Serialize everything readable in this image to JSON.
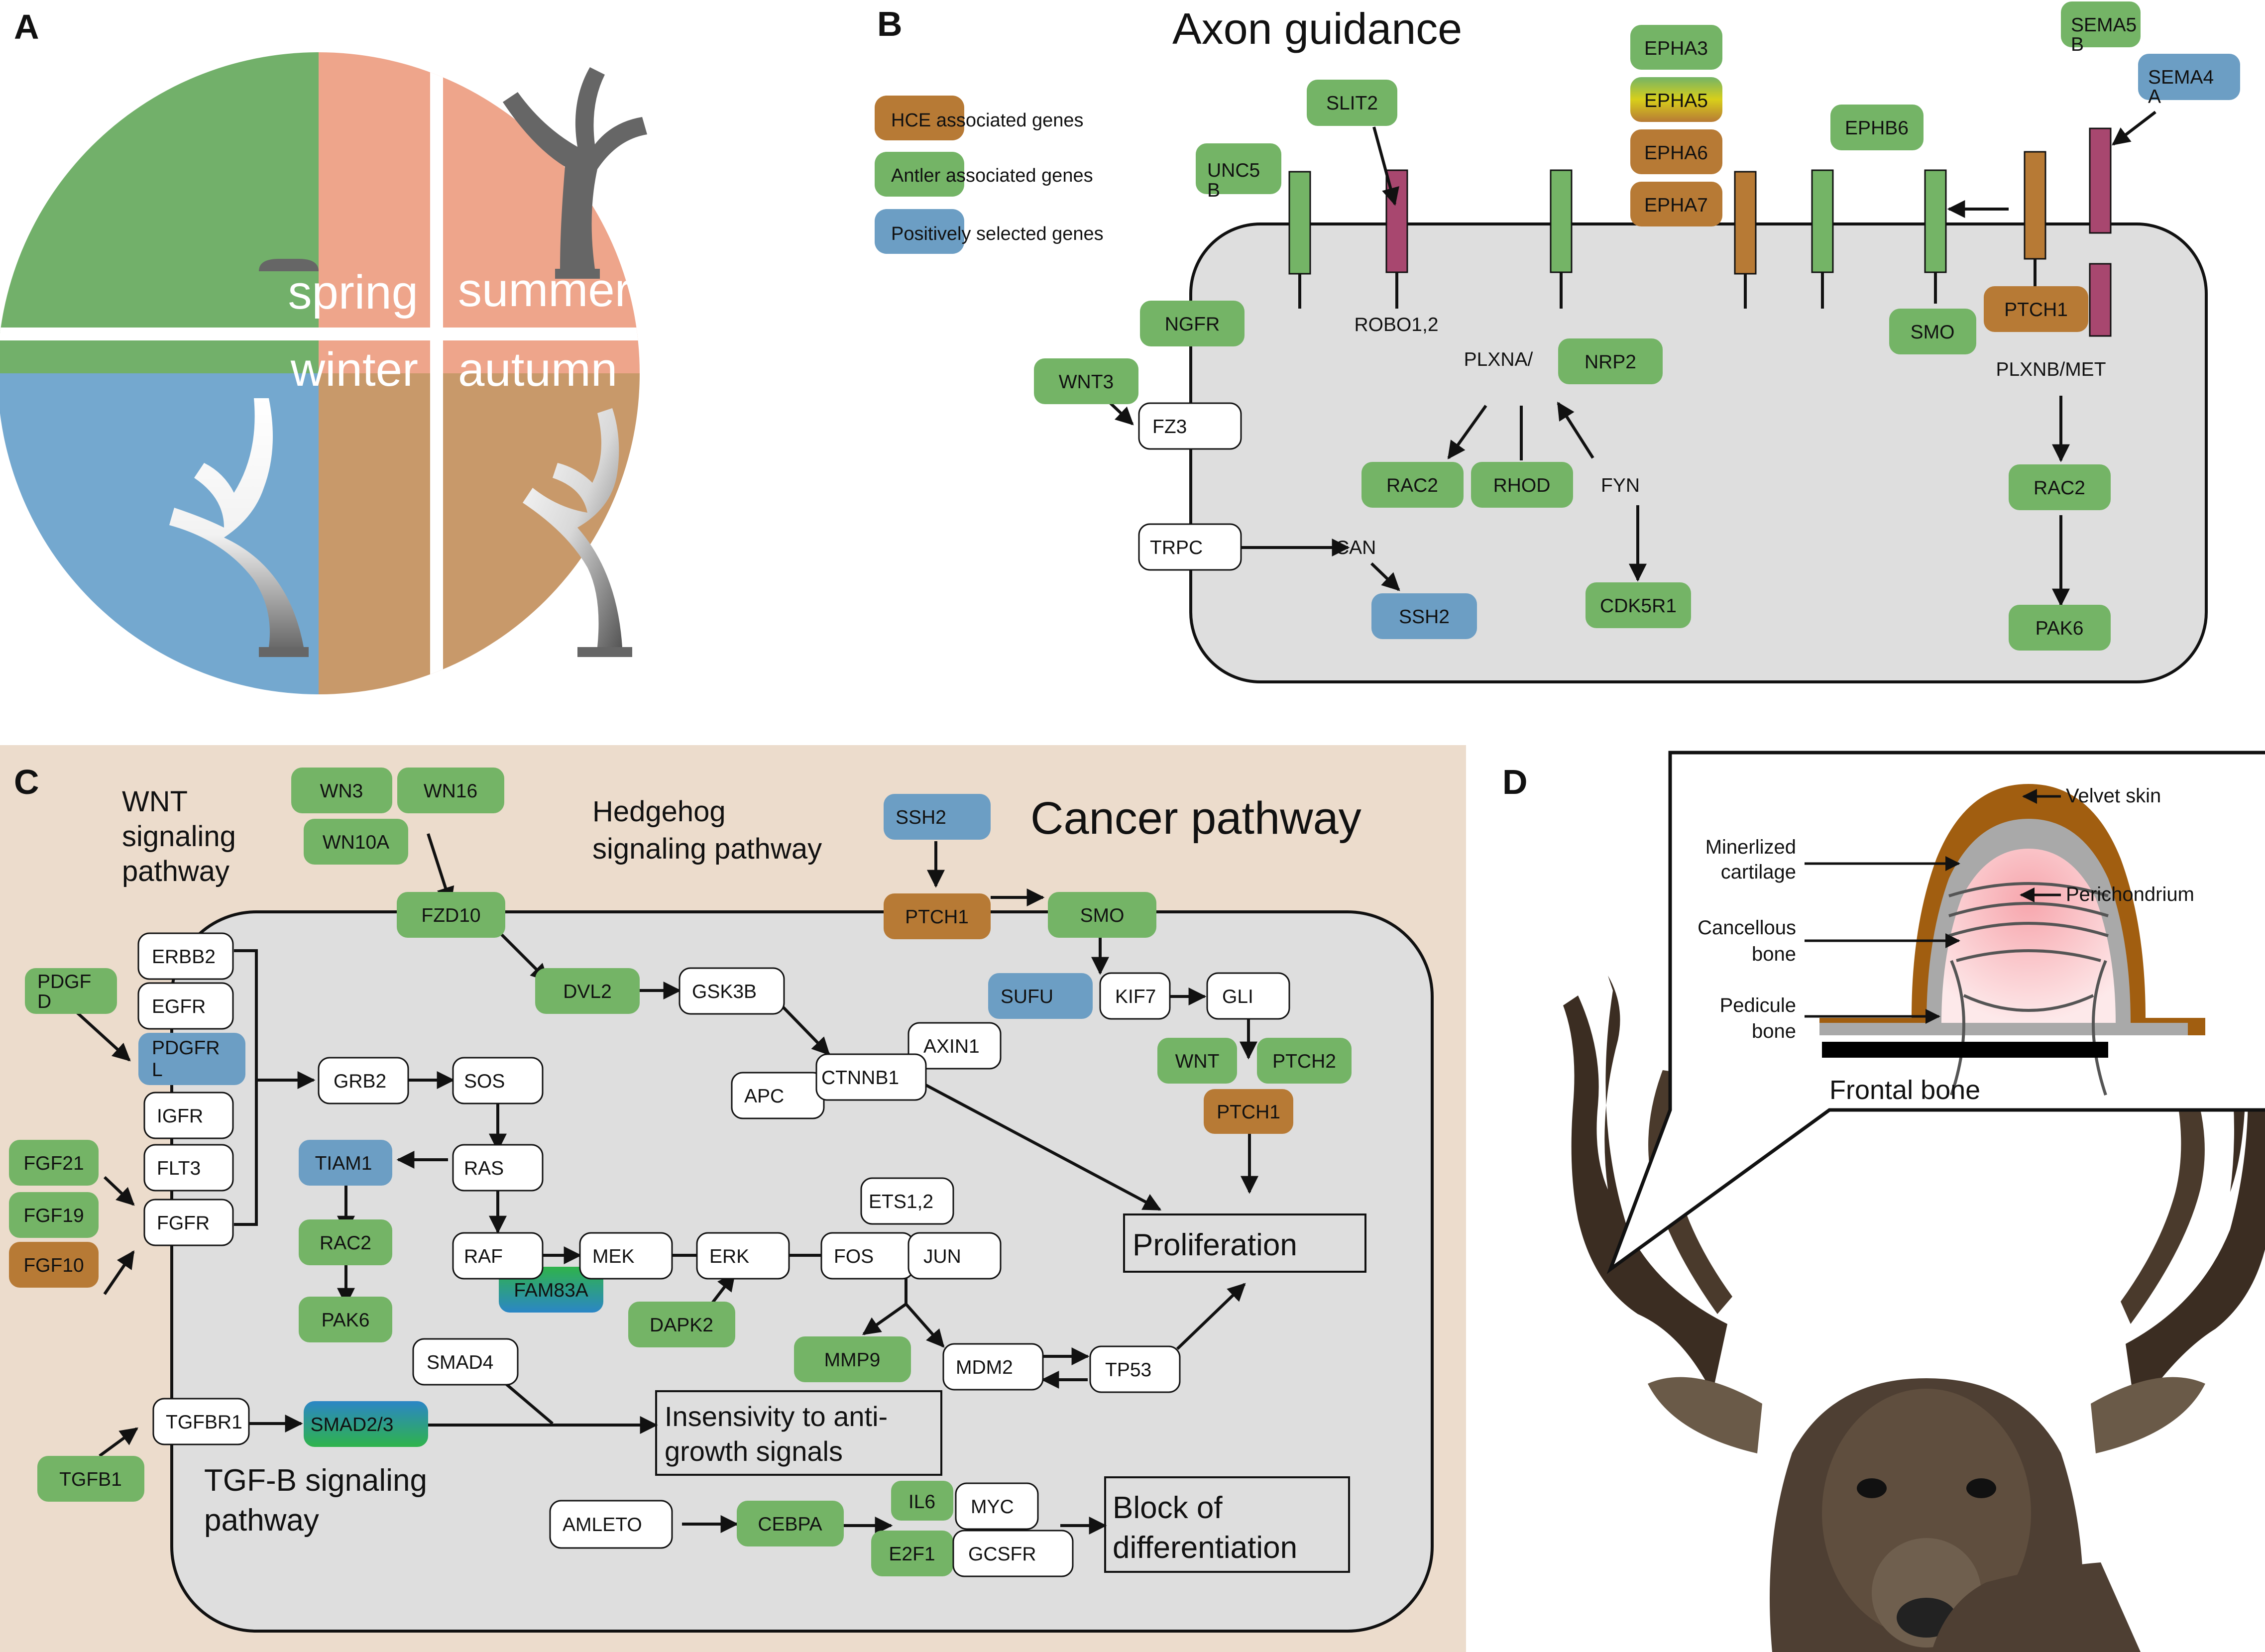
{
  "colors": {
    "hce": "#b77a35",
    "antler": "#74b466",
    "positive": "#6c9ec4",
    "spring": "#72b06a",
    "summer": "#eea58b",
    "winter": "#74a8cf",
    "autumn": "#c8996a",
    "cell": "#dedede",
    "cancer_bg": "#ecdccc",
    "velvet": "#a15e10",
    "plum": "#a8476f"
  },
  "panels": {
    "a": "A",
    "b": "B",
    "c": "C",
    "d": "D"
  },
  "panelA": {
    "spring": "spring",
    "summer": "summer",
    "winter": "winter",
    "autumn": "autumn"
  },
  "panelB": {
    "title": "Axon guidance",
    "legend": {
      "hce": "HCE associated genes",
      "antler": "Antler associated genes",
      "positive": "Positively selected genes"
    },
    "genes": {
      "slit2": "SLIT2",
      "unc5b_1": "UNC5",
      "unc5b_2": "B",
      "epha3": "EPHA3",
      "epha5": "EPHA5",
      "epha6": "EPHA6",
      "epha7": "EPHA7",
      "ephb6": "EPHB6",
      "sema5b_1": "SEMA5",
      "sema5b_2": "B",
      "sema4a_1": "SEMA4",
      "sema4a_2": "A",
      "ngfr": "NGFR",
      "wnt3": "WNT3",
      "nrp2": "NRP2",
      "rac2a": "RAC2",
      "rhod": "RHOD",
      "cdk5r1": "CDK5R1",
      "ssh2": "SSH2",
      "smo": "SMO",
      "ptch1": "PTCH1",
      "rac2b": "RAC2",
      "pak6": "PAK6"
    },
    "white": {
      "fz3": "FZ3",
      "trpc": "TRPC"
    },
    "labels": {
      "robo": "ROBO1,2",
      "plxna": "PLXNA/",
      "fyn": "FYN",
      "can": "CAN",
      "plxnb": "PLXNB/MET"
    }
  },
  "panelC": {
    "title": "Cancer pathway",
    "wnt_title": [
      "WNT",
      "signaling",
      "pathway"
    ],
    "hh_title": [
      "Hedgehog",
      "signaling pathway"
    ],
    "tgf_title": [
      "TGF-B signaling",
      "pathway"
    ],
    "outcomes": {
      "proliferation": "Proliferation",
      "insensitivity_1": "Insensivity to anti-",
      "insensitivity_2": "growth signals",
      "block_1": "Block of",
      "block_2": "differentiation"
    },
    "green": {
      "wn3": "WN3",
      "wn16": "WN16",
      "wn10a": "WN10A",
      "fzd10": "FZD10",
      "dvl2": "DVL2",
      "smo": "SMO",
      "wnt": "WNT",
      "ptch2": "PTCH2",
      "pdgfd_1": "PDGF",
      "pdgfd_2": "D",
      "fgf21": "FGF21",
      "fgf19": "FGF19",
      "rac2": "RAC2",
      "pak6": "PAK6",
      "dapk2": "DAPK2",
      "mmp9": "MMP9",
      "tgfb1": "TGFB1",
      "cebpa": "CEBPA",
      "il6": "IL6",
      "e2f1": "E2F1"
    },
    "brown": {
      "ptch1_top": "PTCH1",
      "ptch1_right": "PTCH1",
      "fgf10": "FGF10"
    },
    "blue": {
      "ssh2": "SSH2",
      "sufu": "SUFU",
      "pdgfrl_1": "PDGFR",
      "pdgfrl_2": "L",
      "tiam1": "TIAM1"
    },
    "gradient": {
      "fam83a": "FAM83A",
      "smad23": "SMAD2/3"
    },
    "white": {
      "erbb2": "ERBB2",
      "egfr": "EGFR",
      "igfr": "IGFR",
      "flt3": "FLT3",
      "fgfr": "FGFR",
      "grb2": "GRB2",
      "sos": "SOS",
      "ras": "RAS",
      "raf": "RAF",
      "mek": "MEK",
      "erk": "ERK",
      "fos": "FOS",
      "jun": "JUN",
      "ets12": "ETS1,2",
      "gsk3b": "GSK3B",
      "axin1": "AXIN1",
      "apc": "APC",
      "ctnnb1": "CTNNB1",
      "kif7": "KIF7",
      "gli": "GLI",
      "mdm2": "MDM2",
      "tp53": "TP53",
      "smad4": "SMAD4",
      "tgfbr1": "TGFBR1",
      "amleto": "AMLETO",
      "myc": "MYC",
      "gcsfr": "GCSFR"
    }
  },
  "panelD": {
    "velvet": "Velvet skin",
    "mineral_1": "Minerlized",
    "mineral_2": "cartilage",
    "perichondrium": "Perichondrium",
    "cancellous_1": "Cancellous",
    "cancellous_2": "bone",
    "pedicule_1": "Pedicule",
    "pedicule_2": "bone",
    "frontal": "Frontal bone"
  }
}
